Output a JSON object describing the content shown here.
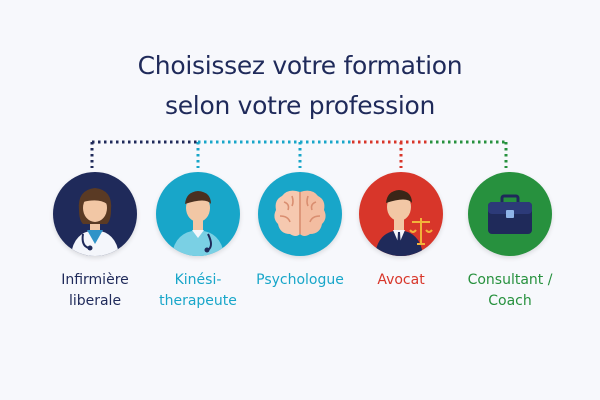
{
  "title": {
    "line1": "Choisissez votre formation",
    "line2": "selon votre profession"
  },
  "professions": [
    {
      "line1": "Infirmière",
      "line2": "liberale",
      "color": "#1f2a5a",
      "icon": "nurse-icon"
    },
    {
      "line1": "Kinési-",
      "line2": "therapeute",
      "color": "#18a6c9",
      "icon": "physiotherapist-icon"
    },
    {
      "line1": "Psychologue",
      "line2": "",
      "color": "#18a6c9",
      "icon": "brain-icon"
    },
    {
      "line1": "Avocat",
      "line2": "",
      "color": "#d8362a",
      "icon": "lawyer-icon"
    },
    {
      "line1": "Consultant /",
      "line2": "Coach",
      "color": "#27913e",
      "icon": "briefcase-icon"
    }
  ],
  "colors": {
    "navy": "#1f2a5a",
    "teal": "#18a6c9",
    "red": "#d8362a",
    "green": "#27913e"
  }
}
